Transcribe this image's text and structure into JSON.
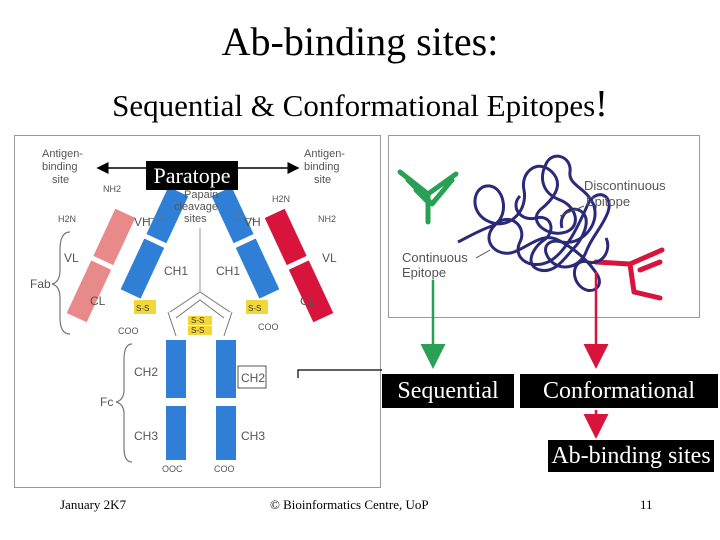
{
  "slide": {
    "title_line1": "Ab-binding sites:",
    "title_line2": "Sequential & Conformational Epitopes",
    "title_bang": "!"
  },
  "antibody_diagram": {
    "antigen_binding_site_left": [
      "Antigen-",
      "binding",
      "site"
    ],
    "antigen_binding_site_right": [
      "Antigen-",
      "binding",
      "site"
    ],
    "papain_cleavage_sites": [
      "Papain",
      "cleavage",
      "sites"
    ],
    "label_vh_left": "VH",
    "label_vh_right": "VH",
    "label_vl_left": "VL",
    "label_vl_right": "VL",
    "label_ch1_left": "CH1",
    "label_ch1_right": "CH1",
    "label_cl_left": "CL",
    "label_cl_right": "CL",
    "label_ch2_left": "CH2",
    "label_ch2_right": "CH2",
    "label_ch3_left": "CH3",
    "label_ch3_right": "CH3",
    "label_fab": "Fab",
    "label_fc": "Fc",
    "label_h2n_left": "H2N",
    "label_nh2_left": "NH2",
    "label_h2n_right": "H2N",
    "label_nh2_right": "NH2",
    "label_coo_left": "COO",
    "label_coo_right": "COO",
    "label_ooc_bottom_left": "OOC",
    "label_coo_bottom_right": "COO",
    "label_ss": "S-S",
    "color_heavy_chain": "#2f7fd6",
    "color_light_left": "#e88a8a",
    "color_light_right": "#d8143c",
    "color_disulfide": "#f2d63a"
  },
  "epitope_diagram": {
    "discontinuous_line1": "Discontinuous",
    "discontinuous_line2": "Epitope",
    "continuous_line1": "Continuous",
    "continuous_line2": "Epitope",
    "color_green_antibody": "#2aa055",
    "color_red_antibody": "#d8143c",
    "color_protein_chain": "#2a2a78"
  },
  "labels": {
    "paratope": "Paratope",
    "sequential": "Sequential",
    "conformational": "Conformational",
    "ab_binding_sites": "Ab-binding sites"
  },
  "footer": {
    "date": "January 2K7",
    "credit": "© Bioinformatics Centre, UoP",
    "page": "11"
  }
}
